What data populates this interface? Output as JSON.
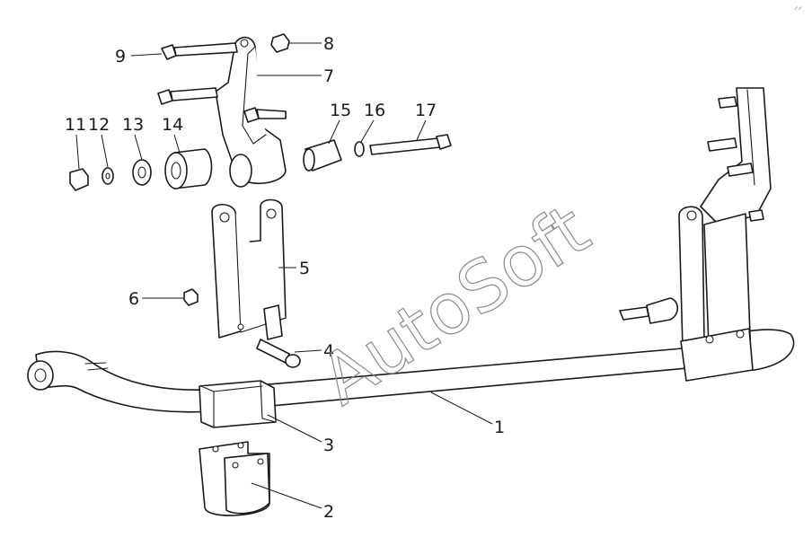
{
  "diagram": {
    "callouts": {
      "c1": "1",
      "c2": "2",
      "c3": "3",
      "c4": "4",
      "c5": "5",
      "c6": "6",
      "c7": "7",
      "c8": "8",
      "c9": "9",
      "c11": "11",
      "c12": "12",
      "c13": "13",
      "c14": "14",
      "c15": "15",
      "c16": "16",
      "c17": "17"
    },
    "watermark": "AutoSoft",
    "corner_mark": "⸝⸝"
  },
  "colors": {
    "line": "#1a1a1a",
    "background": "#ffffff",
    "watermark": "#8a8a8a"
  }
}
